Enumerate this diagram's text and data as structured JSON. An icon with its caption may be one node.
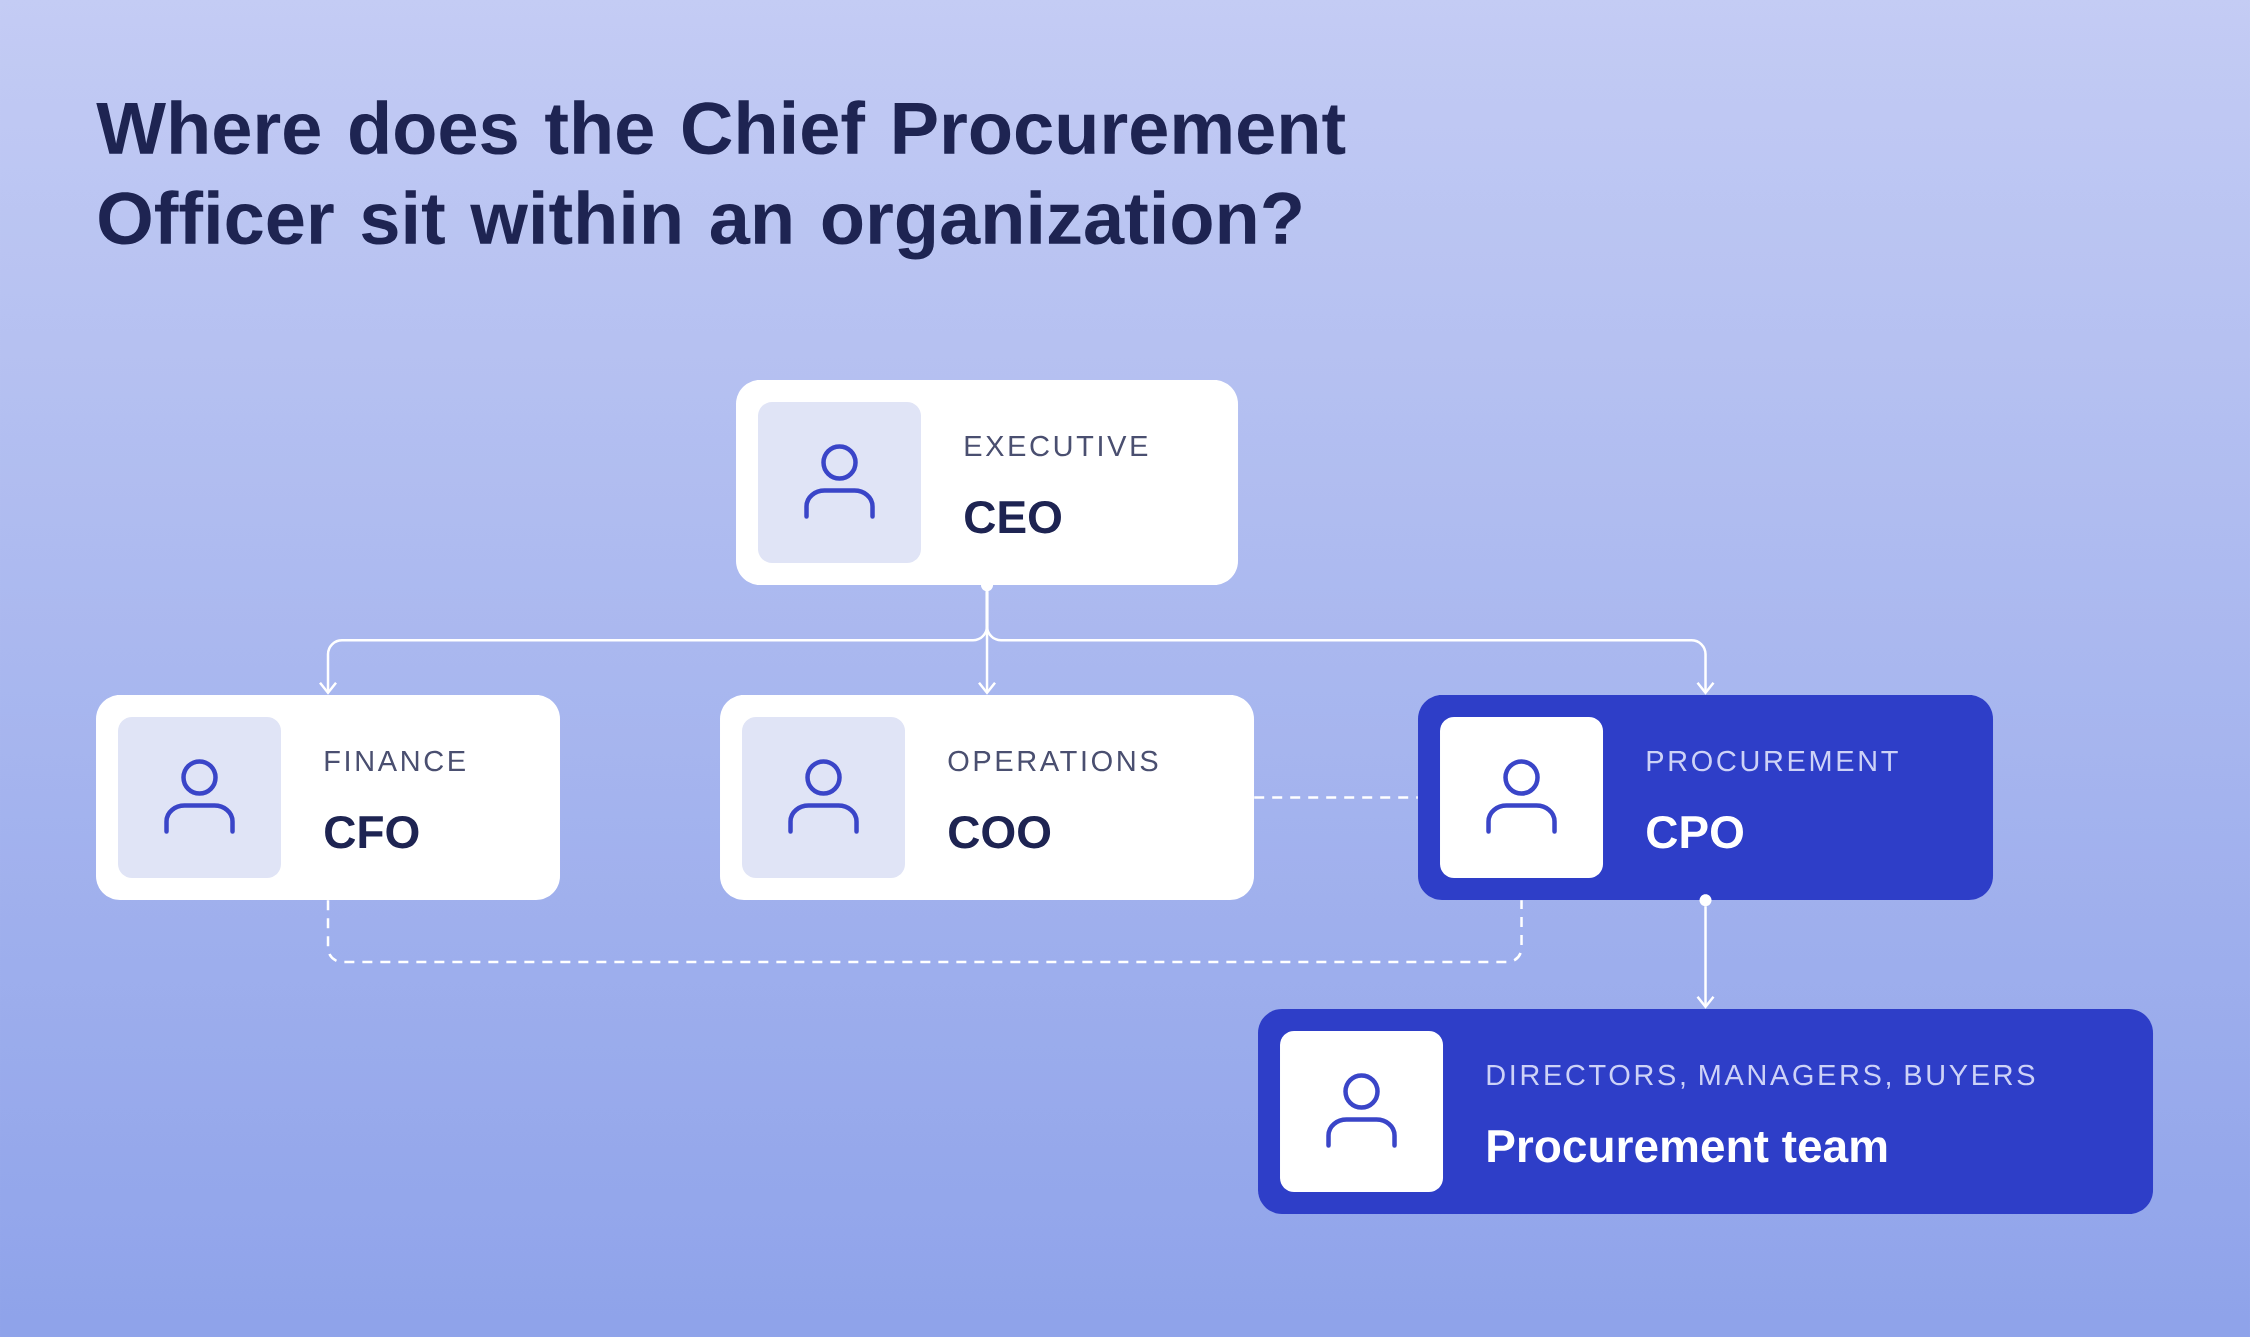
{
  "diagram": {
    "title": "Where does the Chief Procurement Officer sit within an organization?",
    "nodes": [
      {
        "text": [
          "EXECUTIVE",
          "CEO"
        ]
      },
      {
        "text": [
          "FINANCE",
          "CFO"
        ]
      },
      {
        "text": [
          "OPERATIONS",
          "COO"
        ]
      },
      {
        "text": [
          "PROCUREMENT",
          "CPO"
        ]
      },
      {
        "text": [
          "DIRECTORS, MANAGERS, BUYERS",
          "Procurement team"
        ]
      }
    ],
    "edges": [
      {
        "from": 0,
        "to": 1,
        "arrow": "to"
      },
      {
        "from": 0,
        "to": 2,
        "arrow": "to"
      },
      {
        "from": 0,
        "to": 3,
        "arrow": "to"
      },
      {
        "from": 2,
        "to": 3,
        "arrow": "none",
        "style": "dashed"
      },
      {
        "from": 1,
        "to": 3,
        "arrow": "none",
        "style": "dashed"
      },
      {
        "from": 3,
        "to": 4,
        "arrow": "to"
      }
    ]
  }
}
